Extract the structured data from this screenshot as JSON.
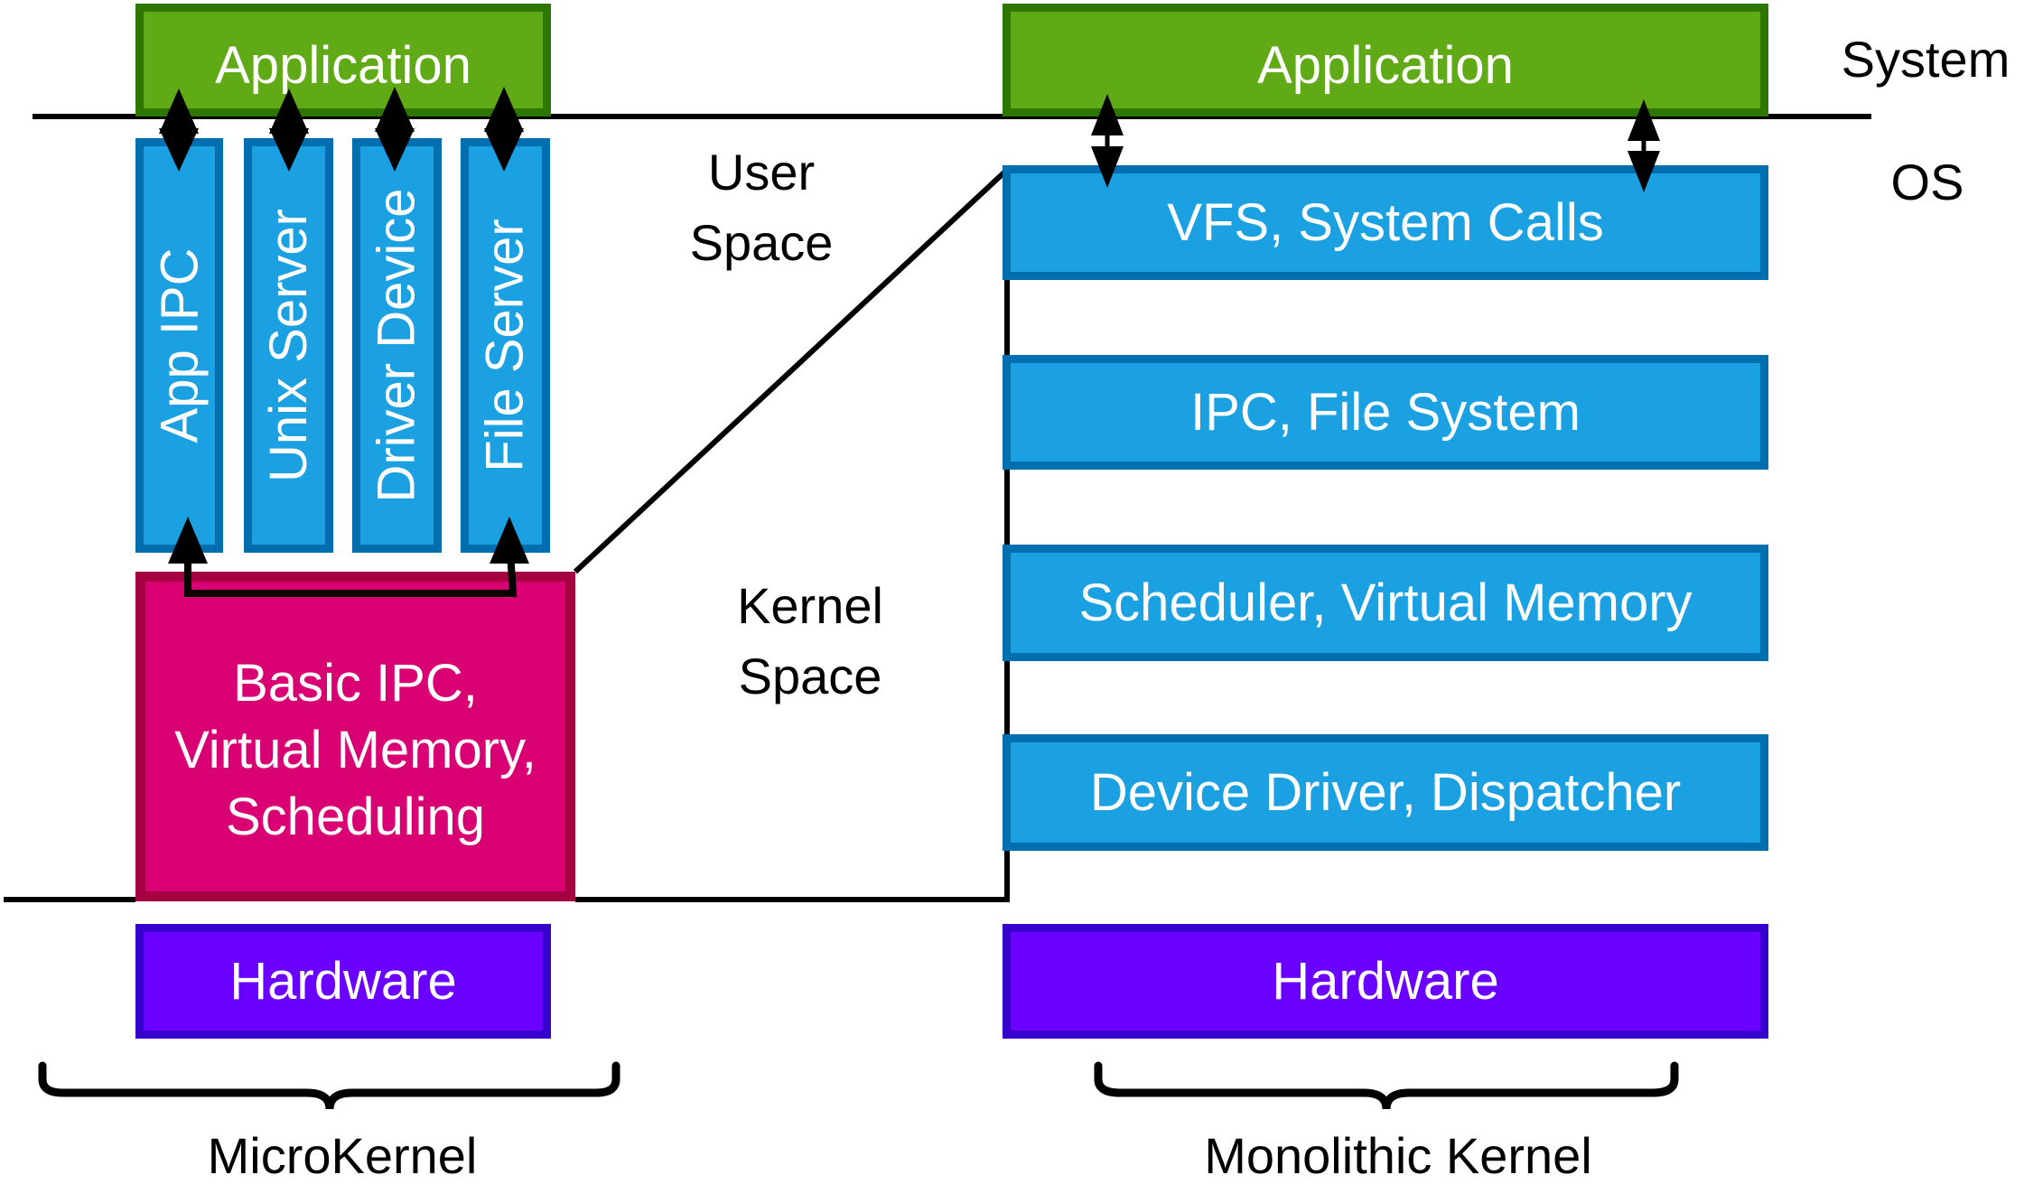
{
  "microkernel": {
    "application": "Application",
    "user_services": [
      "App IPC",
      "Unix Server",
      "Driver Device",
      "File Server"
    ],
    "kernel": [
      "Basic IPC,",
      "Virtual Memory,",
      "Scheduling"
    ],
    "hardware": "Hardware",
    "caption": "MicroKernel"
  },
  "monolithic": {
    "application": "Application",
    "layers": [
      "VFS, System Calls",
      "IPC, File System",
      "Scheduler, Virtual Memory",
      "Device Driver, Dispatcher"
    ],
    "hardware": "Hardware",
    "caption": "Monolithic Kernel"
  },
  "labels": {
    "system": "System",
    "os": "OS",
    "user_space": [
      "User",
      "Space"
    ],
    "kernel_space": [
      "Kernel",
      "Space"
    ]
  },
  "colors": {
    "application": "#60a917",
    "service": "#1ba1e2",
    "kernel": "#d80073",
    "hardware": "#6a00ff"
  }
}
